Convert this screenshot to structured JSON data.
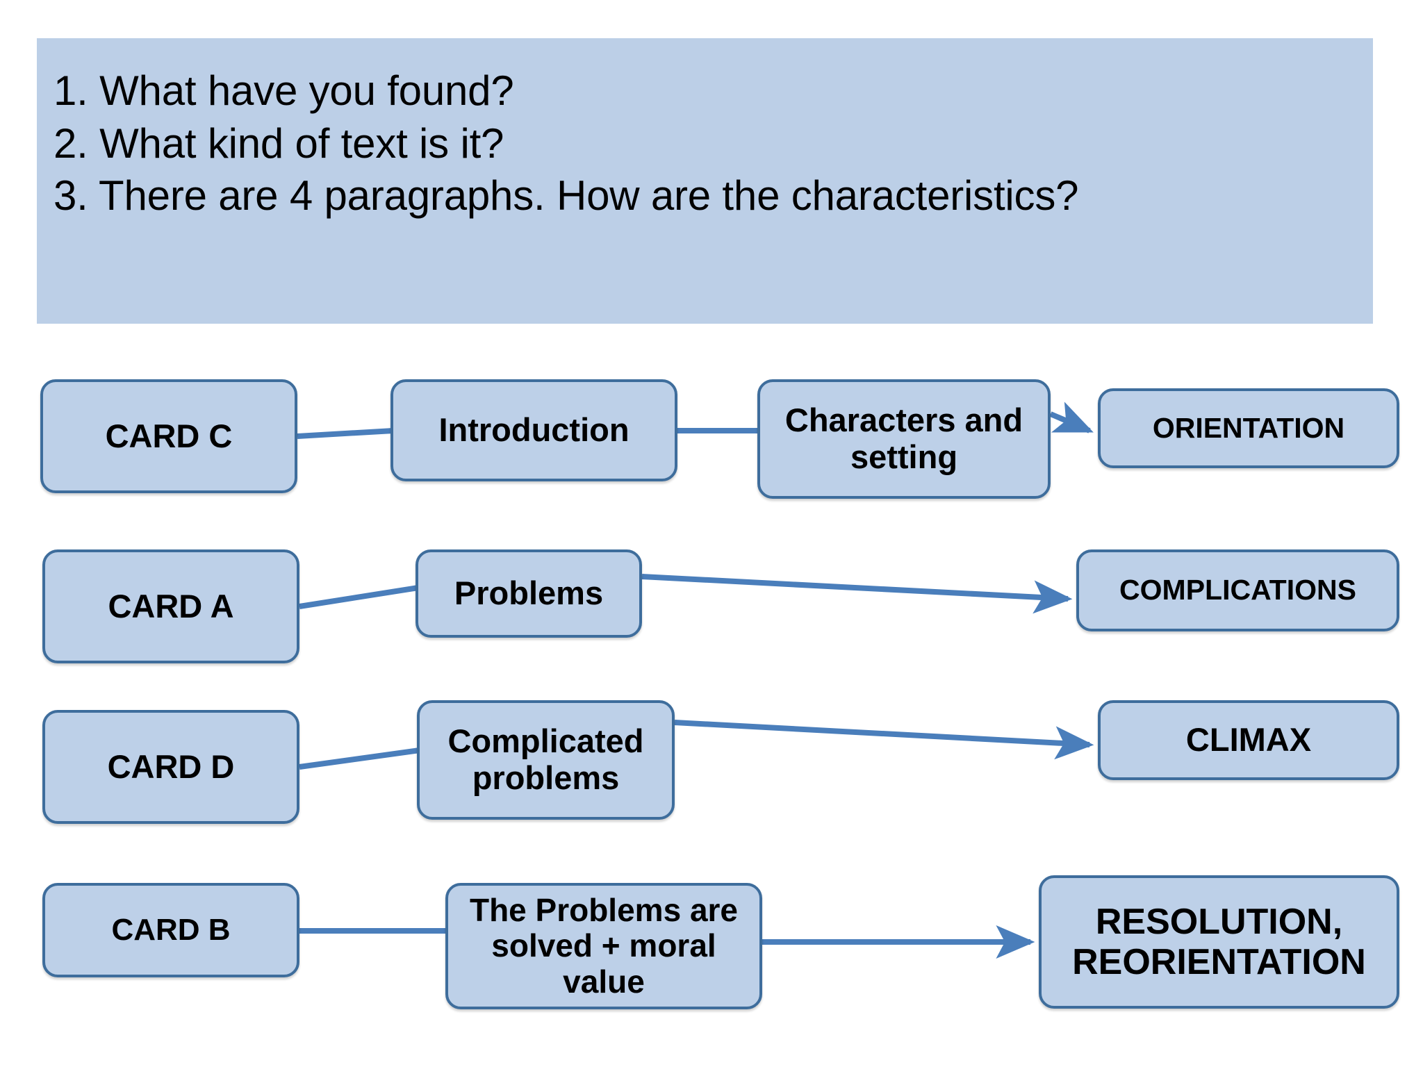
{
  "slide": {
    "background_color": "#ffffff",
    "accent_color": "#3e6d9c",
    "box_fill_color": "#bdd0e8",
    "banner_fill_color": "#bccfe7",
    "connector_color": "#4a7ebb"
  },
  "header": {
    "questions": [
      "1. What have you found?",
      "2. What kind of text is it?",
      "3. There are 4 paragraphs. How are the characteristics?"
    ]
  },
  "flow": {
    "rows": [
      {
        "card_label": "CARD C",
        "description": "Introduction",
        "detail": "Characters and setting",
        "stage": "ORIENTATION"
      },
      {
        "card_label": "CARD A",
        "description": "Problems",
        "stage": "COMPLICATIONS"
      },
      {
        "card_label": "CARD D",
        "description": "Complicated problems",
        "stage": "CLIMAX"
      },
      {
        "card_label": "CARD B",
        "description": "The Problems are solved + moral value",
        "stage": "RESOLUTION, REORIENTATION"
      }
    ]
  }
}
